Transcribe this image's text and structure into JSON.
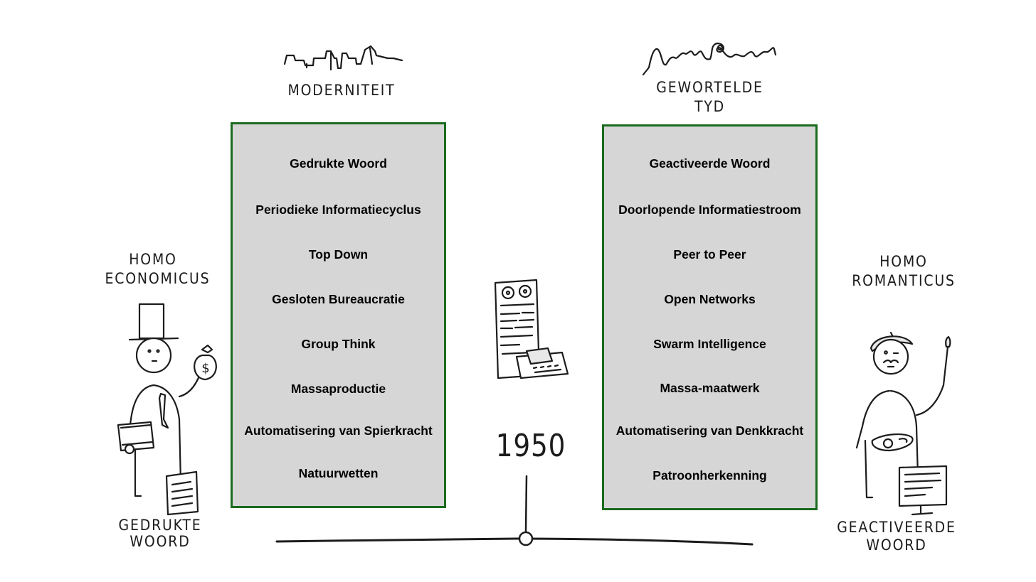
{
  "left_era": {
    "heading": "MODERNITEIT",
    "items": [
      "Gedrukte Woord",
      "Periodieke Informatiecyclus",
      "Top Down",
      "Gesloten Bureaucratie",
      "Group Think",
      "Massaproductie",
      "Automatisering van Spierkracht",
      "Natuurwetten"
    ]
  },
  "right_era": {
    "heading": "GEWORTELDE TYD",
    "items": [
      "Geactiveerde Woord",
      "Doorlopende Informatiestroom",
      "Peer to Peer",
      "Open Networks",
      "Swarm Intelligence",
      "Massa-maatwerk",
      "Automatisering van Denkkracht",
      "Patroonherkenning"
    ]
  },
  "left_figure": {
    "title_line1": "HOMO",
    "title_line2": "ECONOMICUS",
    "caption_line1": "GEDRUKTE",
    "caption_line2": "WOORD",
    "icon": "top-hat-man-with-money-bag"
  },
  "right_figure": {
    "title_line1": "HOMO",
    "title_line2": "ROMANTICUS",
    "caption_line1": "GEACTIVEERDE",
    "caption_line2": "WOORD",
    "icon": "artist-with-beret-and-brush"
  },
  "timeline": {
    "year": "1950",
    "icon": "mainframe-computer-icon"
  },
  "colors": {
    "box_border": "#1a6b1e",
    "box_fill": "#d6d6d6",
    "ink": "#1c1c1c"
  }
}
